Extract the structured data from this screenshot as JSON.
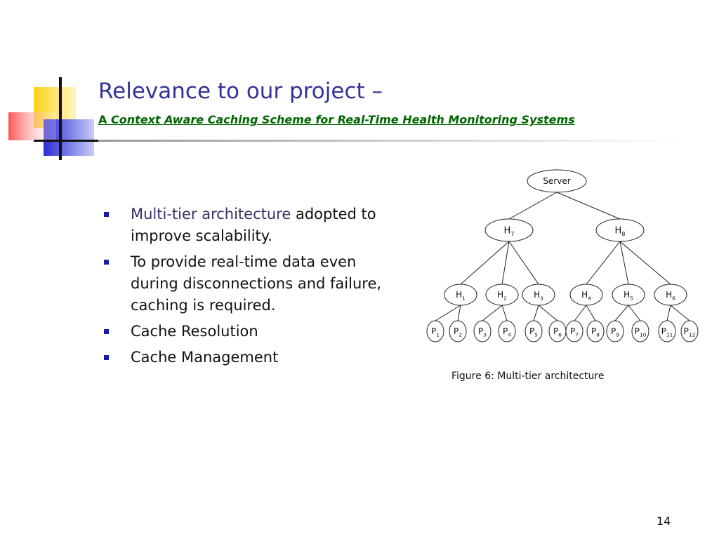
{
  "slide": {
    "title": "Relevance to our project –",
    "subtitle_lead": "A",
    "subtitle_rest": "Context Aware Caching Scheme for Real-Time Health Monitoring Systems",
    "page_number": "14"
  },
  "bullets": [
    {
      "highlight": "Multi-tier architecture",
      "text": " adopted to improve scalability."
    },
    {
      "highlight": "",
      "text": "To provide real-time data even during disconnections and failure, caching is required."
    },
    {
      "highlight": "",
      "text": "Cache Resolution"
    },
    {
      "highlight": "",
      "text": "Cache Management"
    }
  ],
  "diagram": {
    "caption": "Figure 6: Multi-tier architecture",
    "root": {
      "label": "Server"
    },
    "tier2": [
      {
        "base": "H",
        "sub": "7"
      },
      {
        "base": "H",
        "sub": "8"
      }
    ],
    "tier3": [
      {
        "base": "H",
        "sub": "1"
      },
      {
        "base": "H",
        "sub": "2"
      },
      {
        "base": "H",
        "sub": "3"
      },
      {
        "base": "H",
        "sub": "4"
      },
      {
        "base": "H",
        "sub": "5"
      },
      {
        "base": "H",
        "sub": "6"
      }
    ],
    "leaves": [
      {
        "base": "P",
        "sub": "1"
      },
      {
        "base": "P",
        "sub": "2"
      },
      {
        "base": "P",
        "sub": "3"
      },
      {
        "base": "P",
        "sub": "4"
      },
      {
        "base": "P",
        "sub": "5"
      },
      {
        "base": "P",
        "sub": "6"
      },
      {
        "base": "P",
        "sub": "7"
      },
      {
        "base": "P",
        "sub": "8"
      },
      {
        "base": "P",
        "sub": "9"
      },
      {
        "base": "P",
        "sub": "10"
      },
      {
        "base": "P",
        "sub": "11"
      },
      {
        "base": "P",
        "sub": "12"
      }
    ]
  },
  "colors": {
    "title": "#333399",
    "subtitle": "#006600",
    "bullet": "#1a1aa8"
  }
}
